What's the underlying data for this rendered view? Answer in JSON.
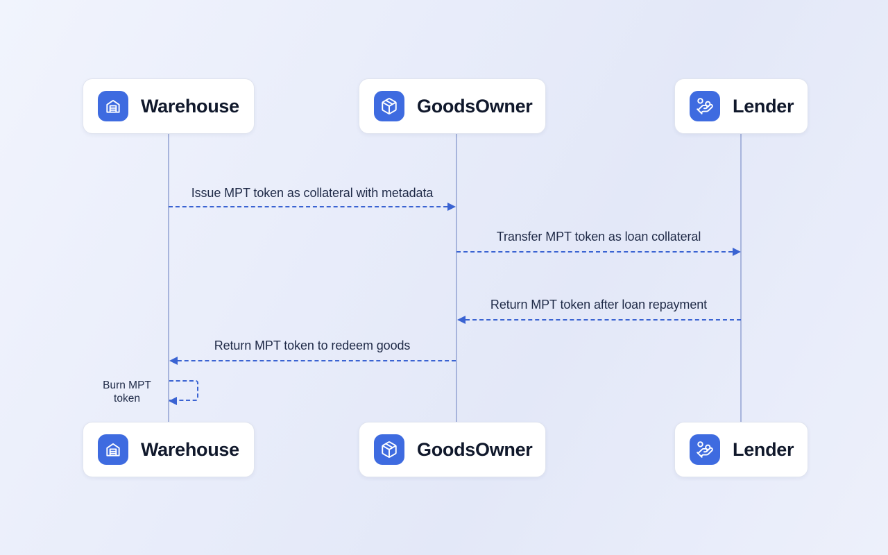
{
  "diagram": {
    "type": "sequence-diagram",
    "actors": [
      {
        "id": "warehouse",
        "label": "Warehouse",
        "icon": "warehouse-icon"
      },
      {
        "id": "goodsowner",
        "label": "GoodsOwner",
        "icon": "package-icon"
      },
      {
        "id": "lender",
        "label": "Lender",
        "icon": "hand-coins-icon"
      }
    ],
    "messages": [
      {
        "from": "Warehouse",
        "to": "GoodsOwner",
        "direction": "right",
        "style": "dashed",
        "text": "Issue MPT token as collateral with metadata"
      },
      {
        "from": "GoodsOwner",
        "to": "Lender",
        "direction": "right",
        "style": "dashed",
        "text": "Transfer MPT token as loan collateral"
      },
      {
        "from": "Lender",
        "to": "GoodsOwner",
        "direction": "left",
        "style": "dashed",
        "text": "Return MPT token after loan repayment"
      },
      {
        "from": "GoodsOwner",
        "to": "Warehouse",
        "direction": "left",
        "style": "dashed",
        "text": "Return MPT token to redeem goods"
      },
      {
        "from": "Warehouse",
        "to": "Warehouse",
        "direction": "self",
        "style": "dashed",
        "text": "Burn MPT token"
      }
    ],
    "colors": {
      "accent_blue": "#3E6BE0",
      "arrow_blue": "#3A63D2",
      "lifeline": "#A7B4DC",
      "text_dark": "#1E2946",
      "card_background": "#FFFFFF",
      "background_gradient_start": "#F1F4FD",
      "background_gradient_end": "#E3E8F8"
    }
  }
}
